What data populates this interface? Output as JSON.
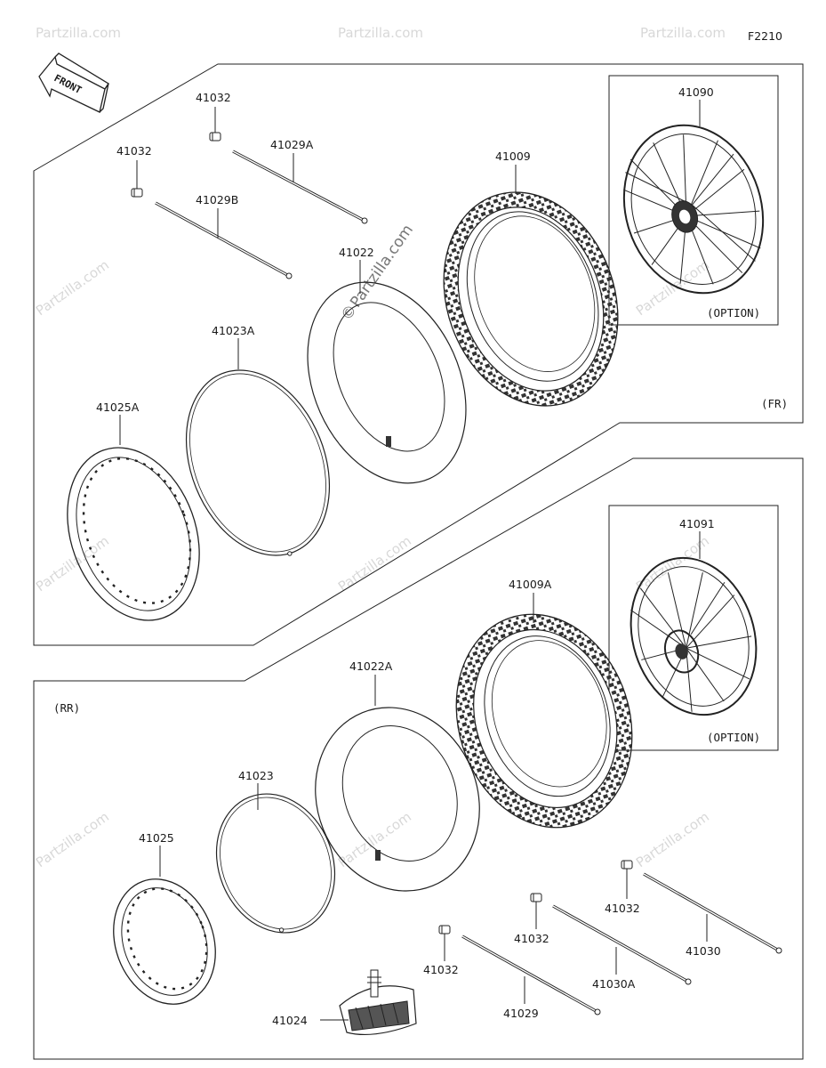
{
  "code": "F2210",
  "front_arrow": "FRONT",
  "watermark": "Partzilla.com",
  "copyright_symbol": "©",
  "labels": {
    "p41032_a": "41032",
    "p41029A": "41029A",
    "p41032_b": "41032",
    "p41029B": "41029B",
    "p41009": "41009",
    "p41090": "41090",
    "p41022": "41022",
    "p41023A": "41023A",
    "p41025A": "41025A",
    "option_fr": "(OPTION)",
    "fr": "(FR)",
    "p41091": "41091",
    "p41009A": "41009A",
    "p41022A": "41022A",
    "rr": "(RR)",
    "option_rr": "(OPTION)",
    "p41023": "41023",
    "p41025": "41025",
    "p41032_c": "41032",
    "p41032_d": "41032",
    "p41032_e": "41032",
    "p41030": "41030",
    "p41030A": "41030A",
    "p41029": "41029",
    "p41024": "41024"
  }
}
